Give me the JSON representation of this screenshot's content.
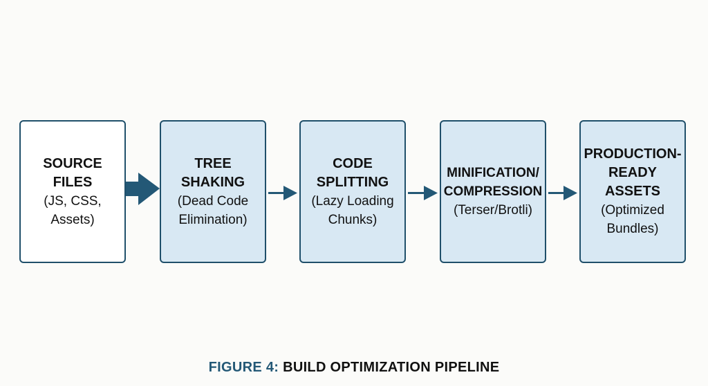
{
  "colors": {
    "border": "#1f4f6a",
    "fill": "#d8e8f3",
    "accent": "#235876"
  },
  "stages": [
    {
      "title": [
        "SOURCE",
        "FILES"
      ],
      "detail": [
        "(JS, CSS,",
        "Assets)"
      ]
    },
    {
      "title": [
        "TREE",
        "SHAKING"
      ],
      "detail": [
        "(Dead Code",
        "Elimination)"
      ]
    },
    {
      "title": [
        "CODE",
        "SPLITTING"
      ],
      "detail": [
        "(Lazy Loading",
        "Chunks)"
      ]
    },
    {
      "title": [
        "MINIFICATION/",
        "COMPRESSION"
      ],
      "detail": [
        "(Terser/Brotli)"
      ]
    },
    {
      "title": [
        "PRODUCTION-",
        "READY",
        "ASSETS"
      ],
      "detail": [
        "(Optimized",
        "Bundles)"
      ]
    }
  ],
  "caption": {
    "figure": "FIGURE 4:",
    "title": "BUILD OPTIMIZATION PIPELINE"
  }
}
